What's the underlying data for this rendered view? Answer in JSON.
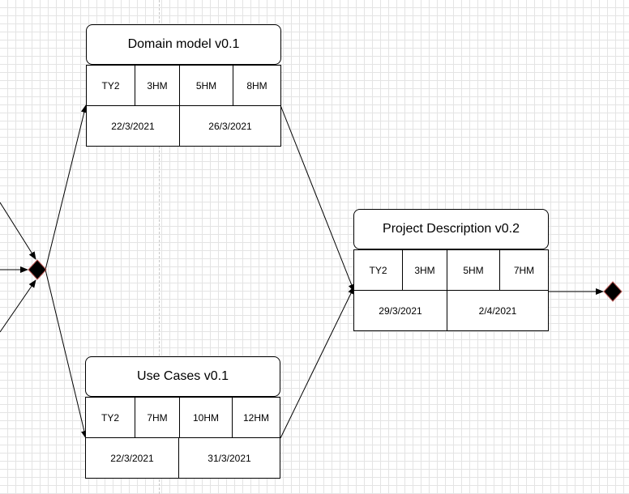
{
  "nodes": {
    "domain_model": {
      "title": "Domain model v0.1",
      "resource": "TY2",
      "estimates": [
        "3HM",
        "5HM",
        "8HM"
      ],
      "start": "22/3/2021",
      "end": "26/3/2021"
    },
    "use_cases": {
      "title": "Use Cases v0.1",
      "resource": "TY2",
      "estimates": [
        "7HM",
        "10HM",
        "12HM"
      ],
      "start": "22/3/2021",
      "end": "31/3/2021"
    },
    "project_description": {
      "title": "Project Description v0.2",
      "resource": "TY2",
      "estimates": [
        "3HM",
        "5HM",
        "7HM"
      ],
      "start": "29/3/2021",
      "end": "2/4/2021"
    }
  },
  "colors": {
    "stroke": "#000000",
    "gateway_fill": "#000000",
    "gateway_border": "#b85450"
  }
}
